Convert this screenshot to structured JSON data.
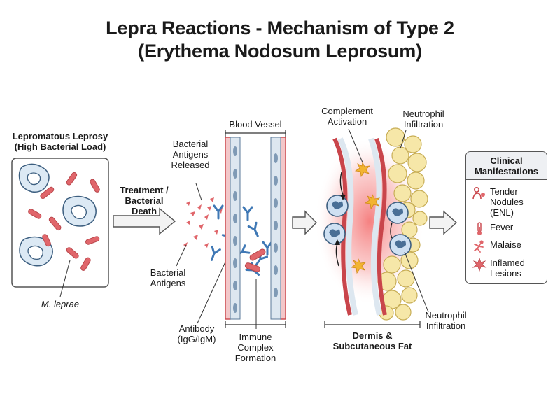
{
  "title": {
    "line1": "Lepra Reactions - Mechanism of Type 2",
    "line2": "(Erythema Nodosum Leprosum)"
  },
  "panel1": {
    "heading_line1": "Lepromatous Leprosy",
    "heading_line2": "(High Bacterial Load)",
    "bacteria_label": "M. leprae"
  },
  "arrow1": {
    "line1": "Treatment /",
    "line2": "Bacterial",
    "line3": "Death"
  },
  "panel2": {
    "released_line1": "Bacterial",
    "released_line2": "Antigens",
    "released_line3": "Released",
    "antigens_line1": "Bacterial",
    "antigens_line2": "Antigens",
    "antibody_line1": "Antibody",
    "antibody_line2": "(IgG/IgM)",
    "vessel_label": "Blood Vessel",
    "complex_line1": "Immune",
    "complex_line2": "Complex",
    "complex_line3": "Formation"
  },
  "panel3": {
    "complement_line1": "Complement",
    "complement_line2": "Activation",
    "neutrophil_top_line1": "Neutrophil",
    "neutrophil_top_line2": "Infiltration",
    "neutrophil_bottom_line1": "Neutrophil",
    "neutrophil_bottom_line2": "Infiltration",
    "tissue_line1": "Dermis &",
    "tissue_line2": "Subcutaneous Fat"
  },
  "clinical": {
    "heading_line1": "Clinical",
    "heading_line2": "Manifestations",
    "items": [
      {
        "icon": "person-pain-icon",
        "lines": [
          "Tender",
          "Nodules",
          "(ENL)"
        ]
      },
      {
        "icon": "thermometer-icon",
        "lines": [
          "Fever"
        ]
      },
      {
        "icon": "malaise-figure-icon",
        "lines": [
          "Malaise"
        ]
      },
      {
        "icon": "inflamed-lesion-icon",
        "lines": [
          "Inflamed",
          "Lesions"
        ]
      }
    ]
  },
  "colors": {
    "bacteria": "#e0666b",
    "antibody": "#3f78b5",
    "vessel_wall": "#c9454b",
    "endothelium": "#dde7f0",
    "fat_cell": "#f6e7a8",
    "inflammation": "#f36a6a",
    "complement": "#f2b431",
    "neutrophil": "#cfe0f2"
  }
}
